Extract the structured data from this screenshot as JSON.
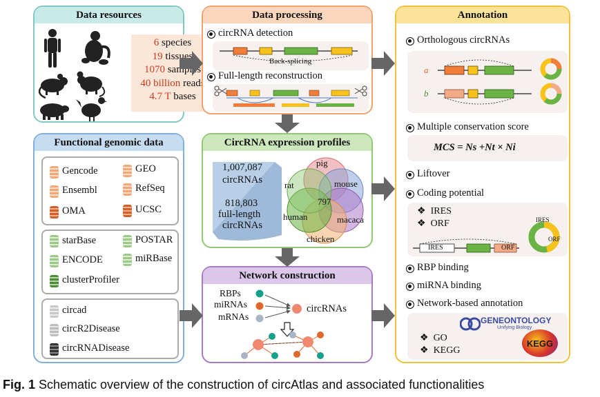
{
  "data_resources": {
    "title": "Data resources",
    "stats": [
      {
        "num": "6",
        "label": " species"
      },
      {
        "num": "19",
        "label": " tissues"
      },
      {
        "num": "1070",
        "label": " samples"
      },
      {
        "num": "40 billion",
        "label": " reads"
      },
      {
        "num": "4.7 T",
        "label": " bases"
      }
    ]
  },
  "data_processing": {
    "title": "Data processing",
    "item1": "circRNA detection",
    "back_splicing": "Back-splicing",
    "item2": "Full-length reconstruction"
  },
  "annotation": {
    "title": "Annotation",
    "ortho": "Orthologous circRNAs",
    "a": "a",
    "b": "b",
    "mcs_title": "Multiple conservation score",
    "mcs_formula": "MCS = Ns +Nt × Ni",
    "liftover": "Liftover",
    "coding": "Coding potential",
    "ires": "IRES",
    "orf": "ORF",
    "ires_box": "IRES",
    "orf_box": "ORF",
    "ring_ires": "IRES",
    "ring_orf": "ORF",
    "rbp": "RBP binding",
    "mirna": "miRNA binding",
    "network": "Network-based annotation",
    "go": "GO",
    "kegg": "KEGG",
    "geneontology": "GENEONTOLOGY",
    "geneontology_sub": "Unifying Biology",
    "kegg_logo": "KEGG"
  },
  "functional": {
    "title": "Functional genomic data",
    "group1": [
      "Gencode",
      "GEO",
      "Ensembl",
      "RefSeq",
      "OMA",
      "UCSC"
    ],
    "group2": [
      "starBase",
      "POSTAR",
      "ENCODE",
      "miRBase",
      "clusterProfiler"
    ],
    "group3": [
      "circad",
      "circR2Disease",
      "circRNADisease"
    ]
  },
  "expression": {
    "title": "CircRNA expression profiles",
    "count1": "1,007,087",
    "count1_label": "circRNAs",
    "count2": "818,803",
    "count2_label1": "full-length",
    "count2_label2": "circRNAs",
    "venn": [
      "pig",
      "mouse",
      "macaca",
      "chicken",
      "human",
      "rat"
    ],
    "center": "797"
  },
  "network": {
    "title": "Network construction",
    "rbps": "RBPs",
    "mirnas": "miRNAs",
    "mrnas": "mRNAs",
    "circrnas": "circRNAs"
  },
  "caption": {
    "label": "Fig. 1",
    "text": " Schematic overview of the construction of circAtlas and associated functionalities"
  },
  "colors": {
    "stat_red": "#d03a1e",
    "exon_orange": "#f07d3a",
    "exon_yellow": "#f7c21b",
    "exon_green": "#6ab344",
    "node_teal": "#15a08c",
    "node_orange": "#e0682a",
    "node_gray": "#a9b4c6",
    "node_salmon": "#f08870"
  }
}
